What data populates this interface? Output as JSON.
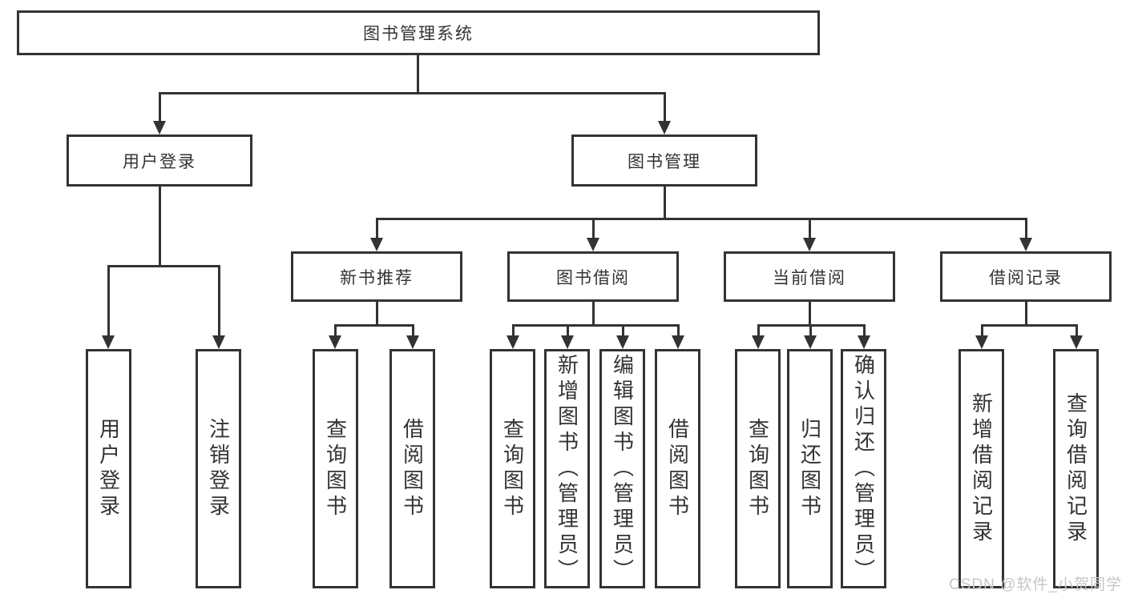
{
  "colors": {
    "line": "#333333",
    "box_border": "#333333",
    "box_background": "#ffffff",
    "text": "#333333",
    "watermark": "#c6c6c6"
  },
  "tree": {
    "root": {
      "label": "图书管理系统"
    },
    "branches": [
      {
        "label": "用户登录",
        "children": [
          {
            "label": "用户登录"
          },
          {
            "label": "注销登录"
          }
        ]
      },
      {
        "label": "图书管理",
        "children": [
          {
            "label": "新书推荐",
            "children": [
              {
                "label": "查询图书"
              },
              {
                "label": "借阅图书"
              }
            ]
          },
          {
            "label": "图书借阅",
            "children": [
              {
                "label": "查询图书"
              },
              {
                "label": "新增图书（管理员）"
              },
              {
                "label": "编辑图书（管理员）"
              },
              {
                "label": "借阅图书"
              }
            ]
          },
          {
            "label": "当前借阅",
            "children": [
              {
                "label": "查询图书"
              },
              {
                "label": "归还图书"
              },
              {
                "label": "确认归还（管理员）"
              }
            ]
          },
          {
            "label": "借阅记录",
            "children": [
              {
                "label": "新增借阅记录"
              },
              {
                "label": "查询借阅记录"
              }
            ]
          }
        ]
      }
    ]
  },
  "watermark": {
    "text": "CSDN @软件_小贺同学"
  }
}
